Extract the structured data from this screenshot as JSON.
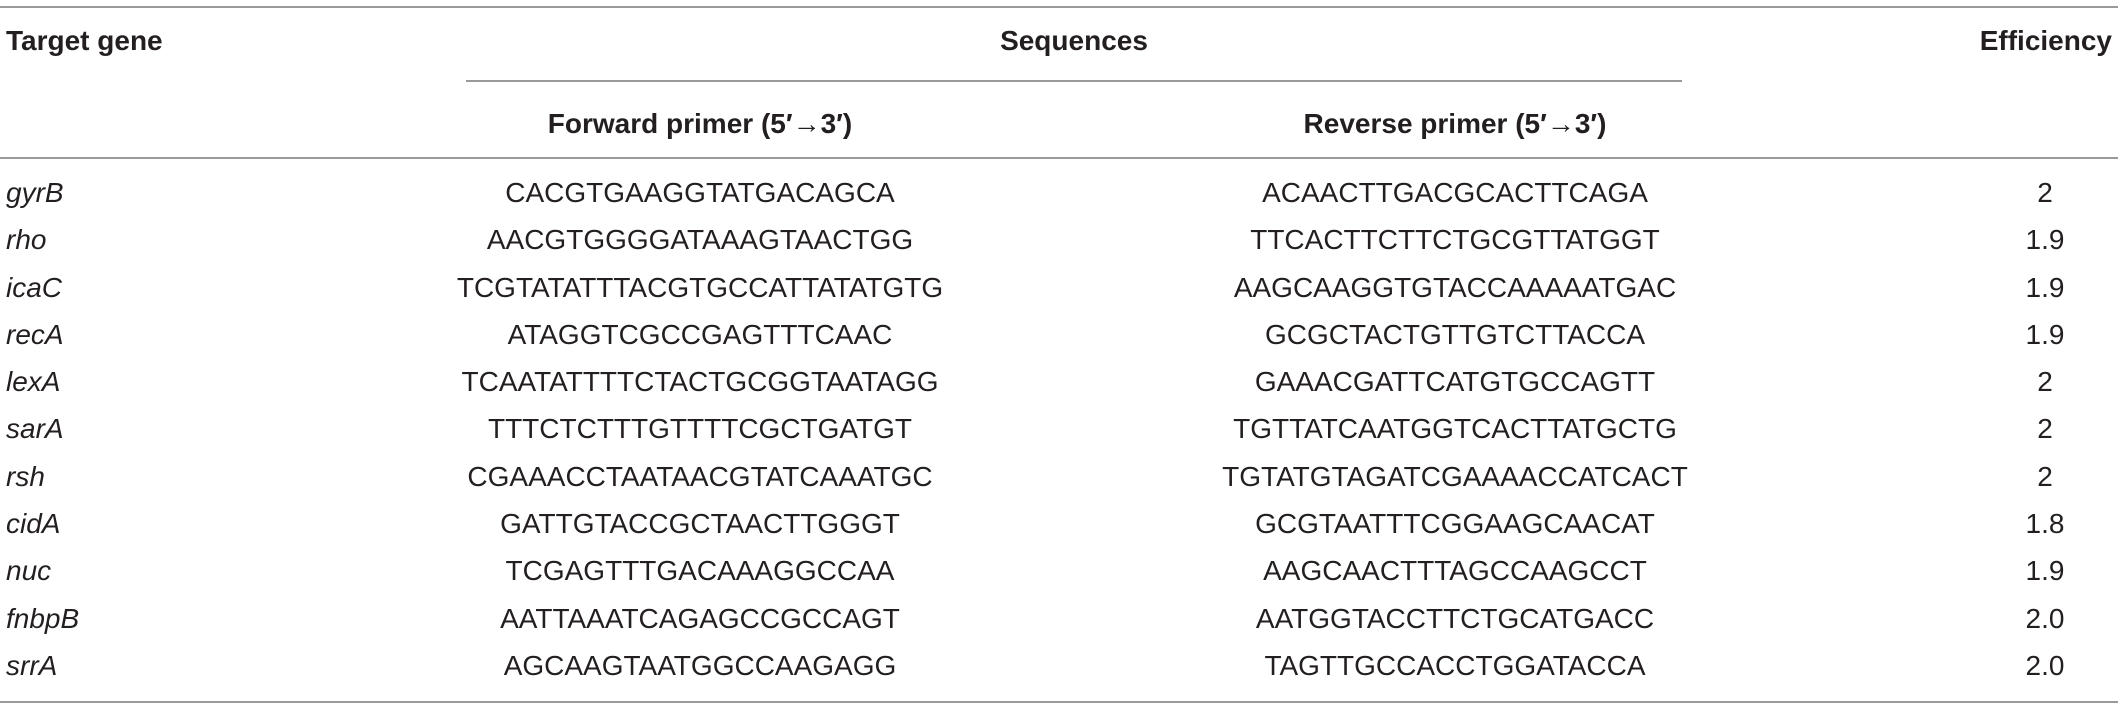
{
  "table": {
    "headers": {
      "target_gene": "Target gene",
      "sequences": "Sequences",
      "efficiency": "Efficiency",
      "forward_primer": "Forward primer (5′→3′)",
      "reverse_primer": "Reverse primer (5′→3′)"
    },
    "rows": [
      {
        "gene": "gyrB",
        "forward": "CACGTGAAGGTATGACAGCA",
        "reverse": "ACAACTTGACGCACTTCAGA",
        "efficiency": "2"
      },
      {
        "gene": "rho",
        "forward": "AACGTGGGGATAAAGTAACTGG",
        "reverse": "TTCACTTCTTCTGCGTTATGGT",
        "efficiency": "1.9"
      },
      {
        "gene": "icaC",
        "forward": "TCGTATATTTACGTGCCATTATATGTG",
        "reverse": "AAGCAAGGTGTACCAAAAATGAC",
        "efficiency": "1.9"
      },
      {
        "gene": "recA",
        "forward": "ATAGGTCGCCGAGTTTCAAC",
        "reverse": "GCGCTACTGTTGTCTTACCA",
        "efficiency": "1.9"
      },
      {
        "gene": "lexA",
        "forward": "TCAATATTTTCTACTGCGGTAATAGG",
        "reverse": "GAAACGATTCATGTGCCAGTT",
        "efficiency": "2"
      },
      {
        "gene": "sarA",
        "forward": "TTTCTCTTTGTTTTCGCTGATGT",
        "reverse": "TGTTATCAATGGTCACTTATGCTG",
        "efficiency": "2"
      },
      {
        "gene": "rsh",
        "forward": "CGAAACCTAATAACGTATCAAATGC",
        "reverse": "TGTATGTAGATCGAAAACCATCACT",
        "efficiency": "2"
      },
      {
        "gene": "cidA",
        "forward": "GATTGTACCGCTAACTTGGGT",
        "reverse": "GCGTAATTTCGGAAGCAACAT",
        "efficiency": "1.8"
      },
      {
        "gene": "nuc",
        "forward": "TCGAGTTTGACAAAGGCCAA",
        "reverse": "AAGCAACTTTAGCCAAGCCT",
        "efficiency": "1.9"
      },
      {
        "gene": "fnbpB",
        "forward": "AATTAAATCAGAGCCGCCAGT",
        "reverse": "AATGGTACCTTCTGCATGACC",
        "efficiency": "2.0"
      },
      {
        "gene": "srrA",
        "forward": "AGCAAGTAATGGCCAAGAGG",
        "reverse": "TAGTTGCCACCTGGATACCA",
        "efficiency": "2.0"
      }
    ]
  }
}
